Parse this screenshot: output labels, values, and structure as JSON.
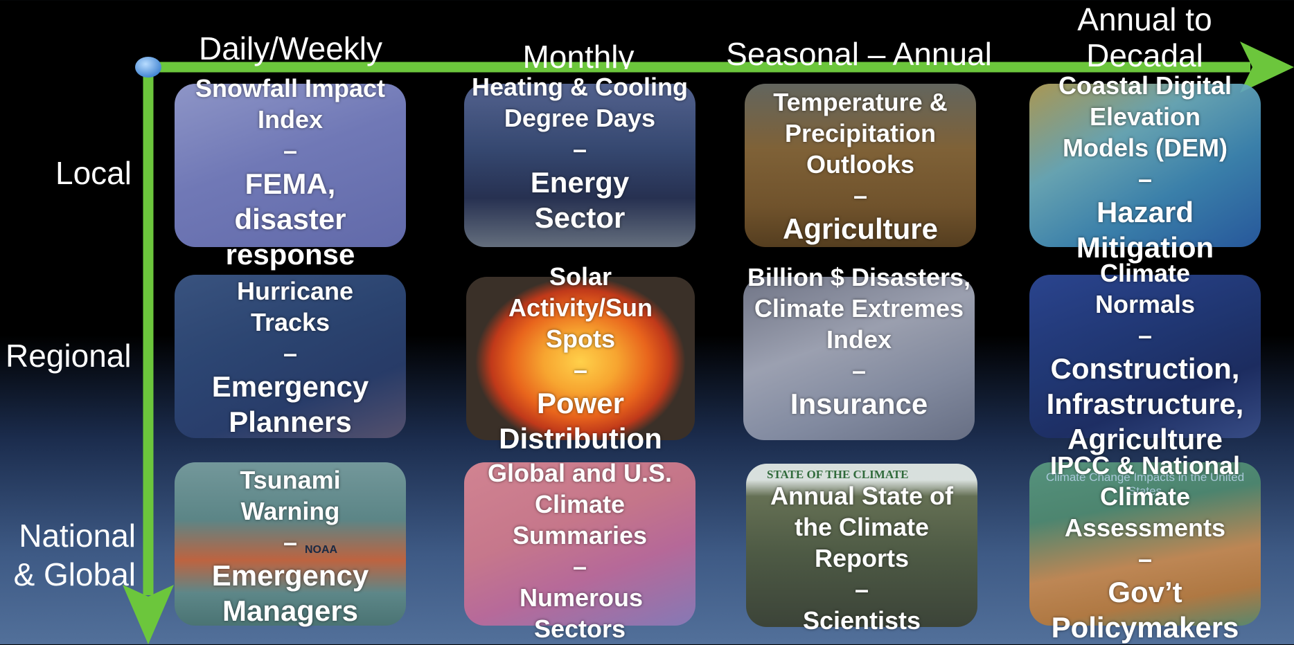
{
  "columns": [
    {
      "label": "Daily/Weekly"
    },
    {
      "label": "Monthly"
    },
    {
      "label": "Seasonal – Annual"
    },
    {
      "label_line1": "Annual to",
      "label_line2": "Decadal"
    }
  ],
  "rows": [
    {
      "label": "Local"
    },
    {
      "label": "Regional"
    },
    {
      "label_line1": "National",
      "label_line2": "& Global"
    }
  ],
  "tiles": [
    {
      "title": "Snowfall Impact Index",
      "dash": "–",
      "sector": "FEMA, disaster response",
      "color": "#7a83c6"
    },
    {
      "title": "Heating & Cooling Degree Days",
      "dash": "–",
      "sector": "Energy Sector",
      "color": "#34486f"
    },
    {
      "title": "Temperature & Precipitation Outlooks",
      "dash": "–",
      "sector": "Agriculture",
      "color": "#7a5a30"
    },
    {
      "title": "Coastal Digital Elevation Models (DEM)",
      "dash": "–",
      "sector": "Hazard Mitigation",
      "color": "#3f8ab8"
    },
    {
      "title": "Hurricane Tracks",
      "dash": "–",
      "sector": "Emergency Planners",
      "color": "#2f4a7a"
    },
    {
      "title": "Solar Activity/Sun Spots",
      "dash": "–",
      "sector": "Power Distribution",
      "color": "#e8641c"
    },
    {
      "title": "Billion $ Disasters, Climate Extremes Index",
      "dash": "–",
      "sector": "Insurance",
      "color": "#8b93a8"
    },
    {
      "title": "Climate Normals",
      "dash": "–",
      "sector": "Construction, Infrastructure, Agriculture",
      "color": "#223a7a"
    },
    {
      "title": "Tsunami Warning",
      "dash": "–",
      "sector": "Emergency Managers",
      "color": "#5f8a88"
    },
    {
      "title": "Global and U.S. Climate Summaries",
      "dash": "–",
      "sector": "Numerous Sectors",
      "color": "#d27a8c"
    },
    {
      "title": "Annual State of the Climate Reports",
      "dash": "–",
      "sector": "Scientists",
      "color": "#4f5a3f"
    },
    {
      "title": "IPCC & National Climate Assessments",
      "dash": "–",
      "sector": "Gov’t Policymakers",
      "color": "#4f8a6f"
    }
  ],
  "tile_images": {
    "snowfall": "snowy-power-lines-image",
    "degree_days": "power-plant-image",
    "outlooks": "wheat-field-image",
    "dem": "coastal-elevation-map-image",
    "hurricane": "hurricane-track-map-image",
    "solar": "sun-image",
    "disasters": "snow-covered-car-image",
    "normals": "construction-steel-image",
    "tsunami": "buoy-boat-image",
    "summaries": "global-temperature-map-image",
    "state_of_climate": "report-cover-image",
    "assessments": "us-impacts-map-image"
  },
  "tile_embedded_text": {
    "state_of_climate_cover": "STATE OF THE CLIMATE",
    "assessments_cover": "Climate Change Impacts in the United States",
    "tsunami_boat": "NOAA"
  },
  "colors": {
    "axis": "#6cc63c",
    "origin_dot": "#5aa3e8",
    "text": "#ffffff"
  }
}
